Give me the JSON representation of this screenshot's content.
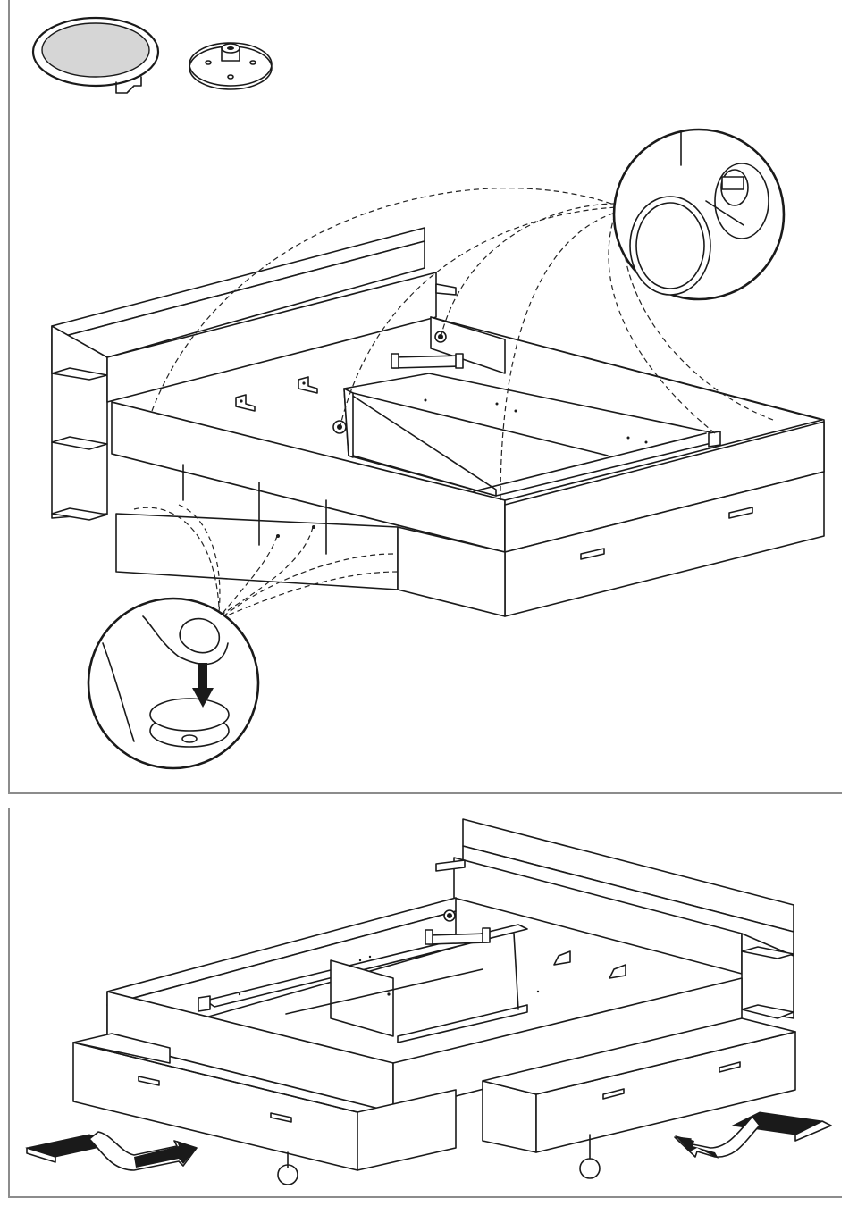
{
  "document": {
    "type": "assembly-instructions",
    "steps": [
      {
        "panel": "top",
        "parts": [
          "cover-cap",
          "fixing-plate"
        ],
        "callouts": [
          "cap-insertion-detail",
          "plate-press-detail"
        ]
      },
      {
        "panel": "bottom",
        "drawers": 2,
        "callout_labels": [
          "",
          ""
        ],
        "action": "slide-drawers-in"
      }
    ]
  }
}
